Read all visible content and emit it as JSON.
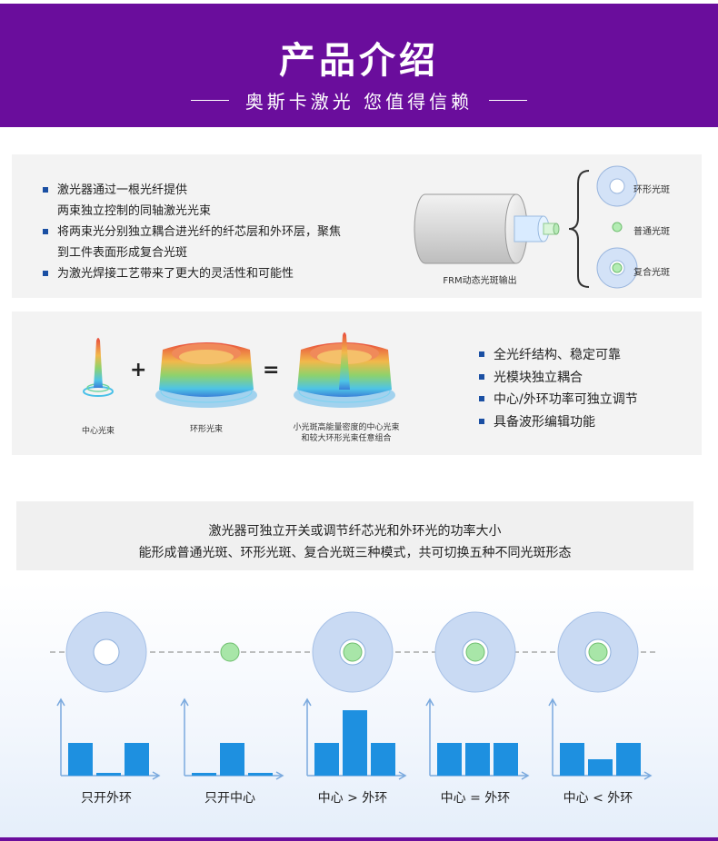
{
  "header": {
    "title": "产品介绍",
    "subtitle": "奥斯卡激光 您值得信赖"
  },
  "fiber_panel": {
    "bullets": [
      "激光器通过一根光纤提供",
      "两束独立控制的同轴激光光束",
      "将两束光分别独立耦合进光纤的纤芯层和外环层，聚焦",
      "到工件表面形成复合光斑",
      "为激光焊接工艺带来了更大的灵活性和可能性"
    ],
    "fiber_caption": "FRM动态光斑输出",
    "spots": [
      "环形光斑",
      "普通光斑",
      "复合光斑"
    ]
  },
  "beam_panel": {
    "center_beam": "中心光束",
    "ring_beam": "环形光束",
    "combined_line1": "小光斑高能量密度的中心光束",
    "combined_line2": "和较大环形光束任意组合",
    "plus": "+",
    "equals": "=",
    "features": [
      "全光纤结构、稳定可靠",
      "光模块独立耦合",
      "中心/外环功率可独立调节",
      "具备波形编辑功能"
    ]
  },
  "modes_intro": {
    "line1": "激光器可独立开关或调节纤芯光和外环光的功率大小",
    "line2": "能形成普通光斑、环形光斑、复合光斑三种模式，共可切换五种不同光斑形态"
  },
  "modes": [
    {
      "label": "只开外环",
      "ring": true,
      "core": false,
      "bars": [
        1,
        0,
        1
      ]
    },
    {
      "label": "只开中心",
      "ring": false,
      "core": true,
      "bars": [
        0,
        1,
        0
      ]
    },
    {
      "label": "中心 > 外环",
      "ring": true,
      "core": true,
      "bars": [
        1,
        2,
        1
      ]
    },
    {
      "label": "中心 = 外环",
      "ring": true,
      "core": true,
      "bars": [
        1,
        1,
        1
      ]
    },
    {
      "label": "中心 < 外环",
      "ring": true,
      "core": true,
      "bars": [
        1,
        0.5,
        1
      ]
    }
  ],
  "colors": {
    "header_bg": "#6a0d9c",
    "bullet": "#1a4fa3",
    "bar": "#1e90e0",
    "ring_fill": "#c9daf3",
    "core_fill": "#a8e6a8"
  }
}
